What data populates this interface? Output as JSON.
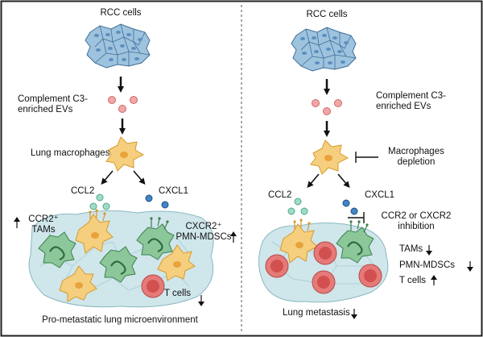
{
  "left_panel": {
    "rcc_cells": "RCC cells",
    "complement_evs": "Complement C3-\nenriched EVs",
    "lung_macrophages": "Lung macrophages",
    "ccl2": "CCL2",
    "cxcl1": "CXCL1",
    "ccr2_tams": "CCR2⁺\nTAMs",
    "cxcr2_mdscs": "CXCR2⁺\nPMN-MDSCs",
    "t_cells": "T cells",
    "outcome": "Pro-metastatic lung microenvironment"
  },
  "right_panel": {
    "rcc_cells": "RCC cells",
    "complement_evs": "Complement C3-\nenriched EVs",
    "macrophage_depletion": "Macrophages\ndepletion",
    "ccl2": "CCL2",
    "cxcl1": "CXCL1",
    "inhibition": "CCR2 or CXCR2\ninhibition",
    "tams": "TAMs",
    "pmn_mdscs": "PMN-MDSCs",
    "t_cells": "T cells",
    "outcome": "Lung metastasis"
  },
  "colors": {
    "border": "#222222",
    "divider": "#555555",
    "rcc_cell": "#9ec3de",
    "ev": "#f4a6a6",
    "macrophage": "#f6cf7e",
    "ccl2_dot": "#9fdcc4",
    "cxcl1_dot": "#3f86c6",
    "mdsc": "#8cc79a",
    "tcell": "#e57a78",
    "lung_tissue": "#cfe6ea"
  },
  "icons": [
    "up-arrow-icon",
    "down-arrow-icon",
    "inhibit-bar-icon"
  ]
}
